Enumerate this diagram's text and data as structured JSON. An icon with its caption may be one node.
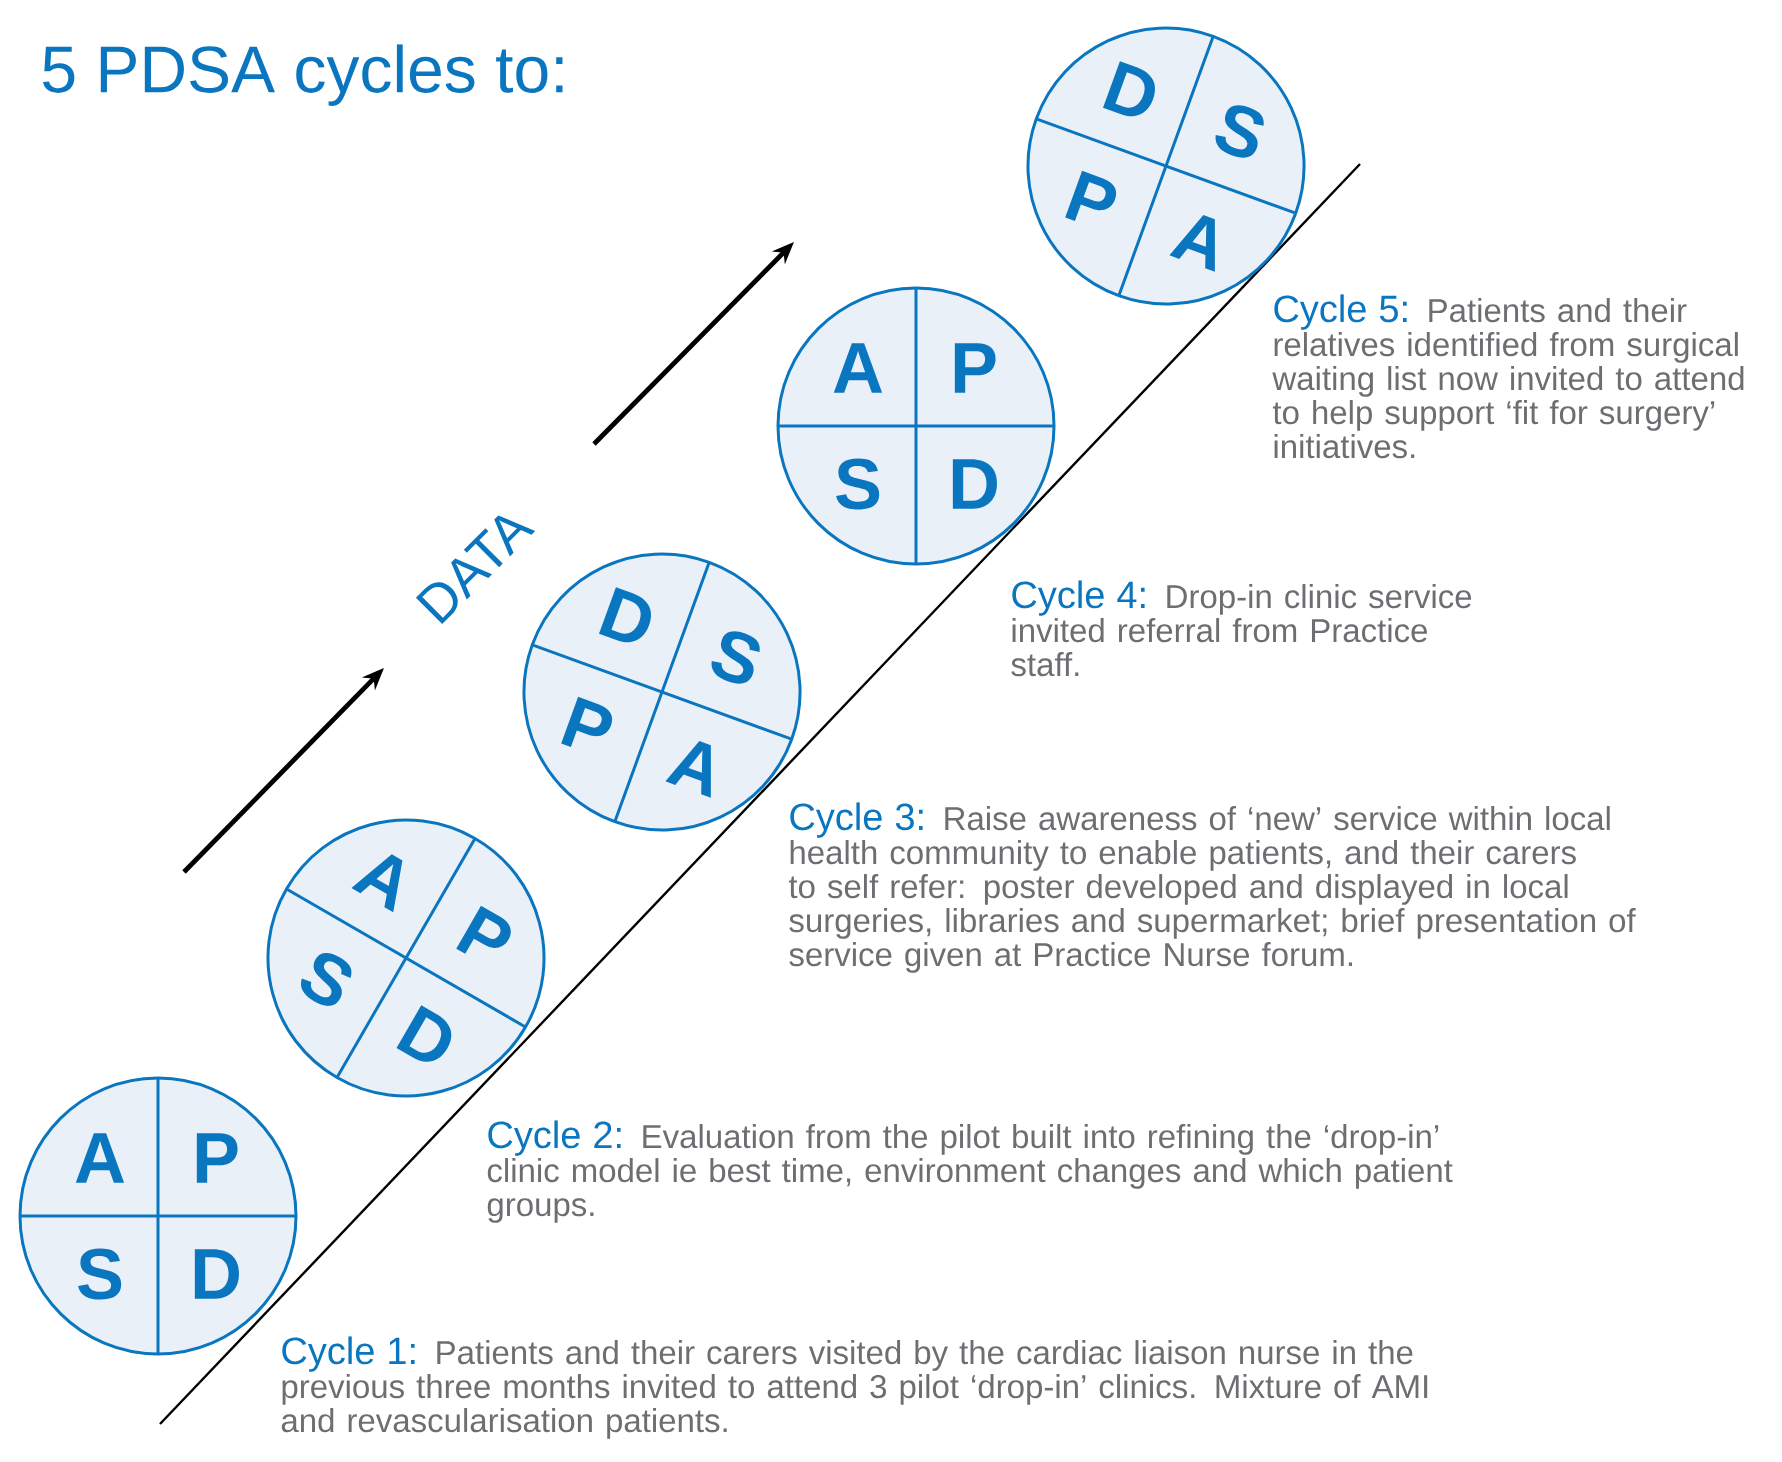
{
  "diagram": {
    "title": "5 PDSA cycles to:",
    "nodes": [
      {
        "text": [
          "A",
          "P",
          "S",
          "D"
        ],
        "beside": [
          "Cycle 1:",
          "Patients and their carers visited by the cardiac liaison nurse in the previous three months invited to attend 3 pilot ‘drop-in’ clinics. Mixture of AMI and revascularisation patients."
        ]
      },
      {
        "text": [
          "A",
          "P",
          "S",
          "D"
        ],
        "beside": [
          "Cycle 2:",
          "Evaluation from the pilot built into refining the ‘drop-in’ clinic model ie best time, environment changes and which patient groups."
        ]
      },
      {
        "text": [
          "D",
          "S",
          "P",
          "A"
        ],
        "beside": [
          "Cycle 3:",
          "Raise awareness of ‘new’ service within local health community to enable patients, and their carers to self refer: poster developed and displayed in local surgeries, libraries and supermarket; brief presentation of service given at Practice Nurse forum."
        ]
      },
      {
        "text": [
          "A",
          "P",
          "S",
          "D"
        ],
        "beside": [
          "Cycle 4:",
          "Drop-in clinic service invited referral from Practice staff."
        ]
      },
      {
        "text": [
          "D",
          "S",
          "P",
          "A"
        ],
        "beside": [
          "Cycle 5:",
          "Patients and their relatives identified from surgical waiting list now invited to attend to help support ‘fit for surgery’ initiatives."
        ]
      }
    ],
    "labels": [
      "DATA"
    ]
  }
}
